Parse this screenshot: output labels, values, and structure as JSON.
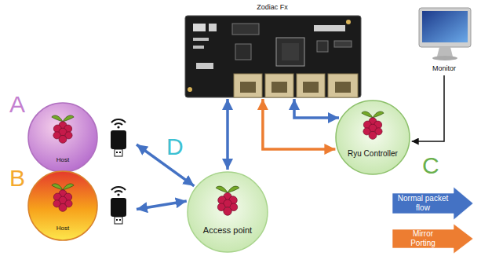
{
  "diagram": {
    "nodes": [
      {
        "text": [
          "Zodiac Fx"
        ]
      },
      {
        "text": [
          "Host"
        ]
      },
      {
        "text": [
          "Host"
        ]
      },
      {
        "text": [
          "Access point"
        ]
      },
      {
        "text": [
          "Ryu Controller"
        ]
      },
      {
        "text": [
          "Monitor"
        ]
      }
    ],
    "edges": [
      {
        "from": 1,
        "to": 3,
        "arrow": "both"
      },
      {
        "from": 2,
        "to": 3,
        "arrow": "both"
      },
      {
        "from": 0,
        "to": 3,
        "arrow": "both"
      },
      {
        "from": 0,
        "to": 4,
        "arrow": "both"
      },
      {
        "from": 0,
        "to": 4,
        "arrow": "both"
      },
      {
        "from": 5,
        "to": 4,
        "arrow": "to"
      }
    ],
    "labels": [
      "A",
      "B",
      "C",
      "D"
    ],
    "legend": [
      {
        "text": "Normal packet flow",
        "color": "#4472c4"
      },
      {
        "text": "Mirror Porting",
        "color": "#ed7d31"
      }
    ]
  }
}
